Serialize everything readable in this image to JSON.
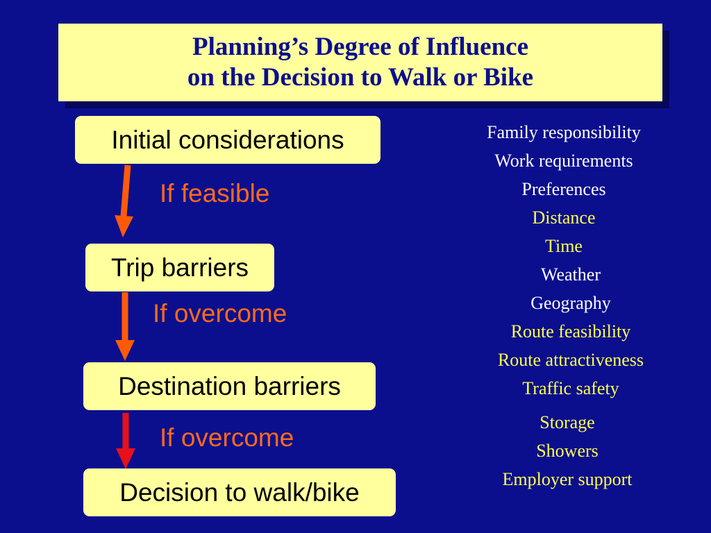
{
  "title": {
    "line1": "Planning’s Degree of Influence",
    "line2": "on the Decision to Walk or Bike"
  },
  "flow": {
    "steps": [
      {
        "label": "Initial considerations"
      },
      {
        "label": "Trip barriers"
      },
      {
        "label": "Destination barriers"
      },
      {
        "label": "Decision to walk/bike"
      }
    ],
    "conditions": [
      {
        "label": "If feasible"
      },
      {
        "label": "If overcome"
      },
      {
        "label": "If overcome"
      }
    ]
  },
  "factors": [
    {
      "label": "Family responsibility",
      "color": "white"
    },
    {
      "label": "Work requirements",
      "color": "white"
    },
    {
      "label": "Preferences",
      "color": "white"
    },
    {
      "label": "Distance",
      "color": "yellow"
    },
    {
      "label": "Time",
      "color": "yellow"
    },
    {
      "label": "Weather",
      "color": "white"
    },
    {
      "label": "Geography",
      "color": "white"
    },
    {
      "label": "Route feasibility",
      "color": "yellow"
    },
    {
      "label": "Route attractiveness",
      "color": "yellow"
    },
    {
      "label": "Traffic safety",
      "color": "yellow"
    },
    {
      "label": "Storage",
      "color": "yellow"
    },
    {
      "label": "Showers",
      "color": "yellow"
    },
    {
      "label": "Employer support",
      "color": "yellow"
    }
  ],
  "colors": {
    "background": "#0b0f8e",
    "box_fill": "#ffff9e",
    "title_text": "#0b0f8e",
    "condition_text": "#ff6a1a",
    "arrow_orange": "#ff5a0a",
    "arrow_red": "#e8101a",
    "factor_white": "#ffffff",
    "factor_yellow": "#ffff4a"
  }
}
